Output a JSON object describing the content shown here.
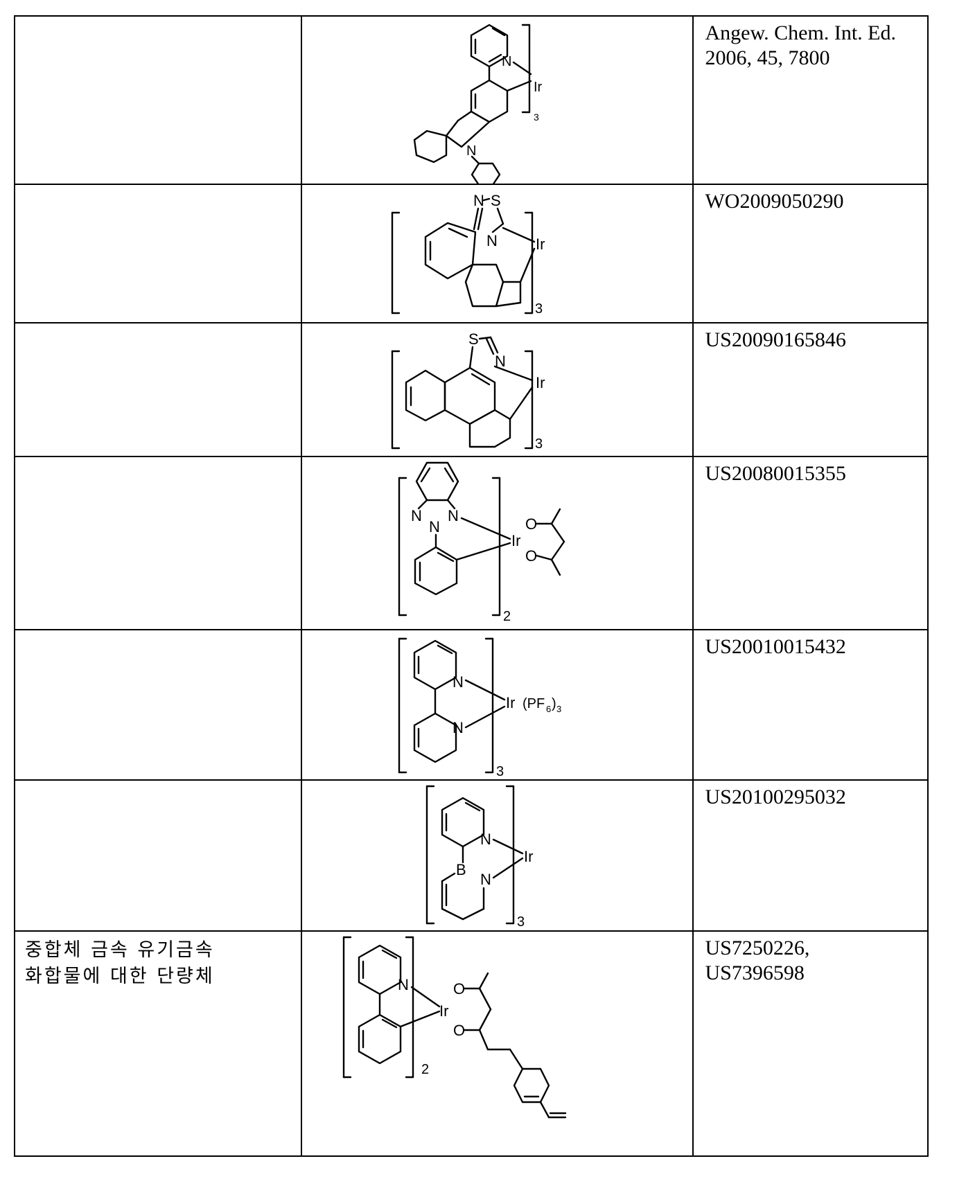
{
  "table": {
    "rows": [
      {
        "category": "",
        "structure": {
          "name": "Ir tris(2-(pyridyl)-N-phenylcarbazole) complex",
          "metal": "Ir",
          "subscript": "3",
          "atoms": [
            "N",
            "N",
            "Ir"
          ]
        },
        "reference": "Angew. Chem. Int. Ed.\n2006, 45, 7800"
      },
      {
        "category": "",
        "structure": {
          "name": "Ir tris thiadiazolo-phenanthridine complex",
          "metal": "Ir",
          "subscript": "3",
          "atoms": [
            "N",
            "S",
            "N",
            "Ir"
          ]
        },
        "reference": "WO2009050290"
      },
      {
        "category": "",
        "structure": {
          "name": "Ir tris thiazolo-phenanthrene complex",
          "metal": "Ir",
          "subscript": "3",
          "atoms": [
            "S",
            "N",
            "Ir"
          ]
        },
        "reference": "US20090165846"
      },
      {
        "category": "",
        "structure": {
          "name": "Ir bis(2-phenylbenzotriazole) acac complex",
          "metal": "Ir",
          "subscript": "2",
          "atoms": [
            "N",
            "N",
            "N",
            "O",
            "O",
            "Ir"
          ]
        },
        "reference": "US20080015355"
      },
      {
        "category": "",
        "structure": {
          "name": "Ir tris(bipyridine) PF6 complex",
          "metal": "Ir",
          "counterion": "(PF6)3",
          "subscript": "3",
          "atoms": [
            "N",
            "N",
            "Ir"
          ]
        },
        "reference": "US20010015432"
      },
      {
        "category": "",
        "structure": {
          "name": "Ir tris(pyridyl-azaborine) complex",
          "metal": "Ir",
          "subscript": "3",
          "atoms": [
            "N",
            "B",
            "N",
            "Ir"
          ]
        },
        "reference": "US20100295032"
      },
      {
        "category": "중합체 금속 유기금속\n화합물에 대한 단량체",
        "structure": {
          "name": "Ir bis(2-phenylpyridine) vinylphenyl-acac monomer",
          "metal": "Ir",
          "subscript": "2",
          "atoms": [
            "N",
            "O",
            "O",
            "Ir"
          ]
        },
        "reference": "US7250226,\nUS7396598"
      }
    ]
  }
}
